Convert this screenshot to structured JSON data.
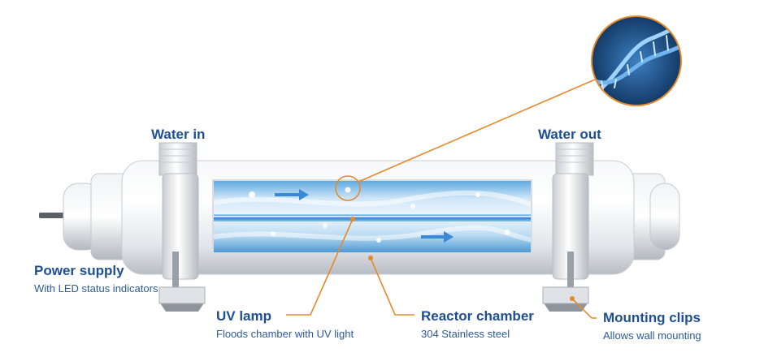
{
  "labels": {
    "water_in": "Water in",
    "water_out": "Water out",
    "power_supply": {
      "title": "Power supply",
      "desc": "With LED status indicators"
    },
    "uv_lamp": {
      "title": "UV lamp",
      "desc": "Floods chamber with UV light"
    },
    "reactor_chamber": {
      "title": "Reactor chamber",
      "desc": "304 Stainless steel"
    },
    "mounting_clips": {
      "title": "Mounting clips",
      "desc": "Allows wall mounting"
    }
  },
  "colors": {
    "callout_orange": "#e58a2b",
    "label_blue": "#1f4f93",
    "water_blue": "#5aa7e0"
  },
  "icons": {
    "dna_zoom": "dna-helix-icon",
    "flow_arrow": "arrow-right-icon"
  }
}
